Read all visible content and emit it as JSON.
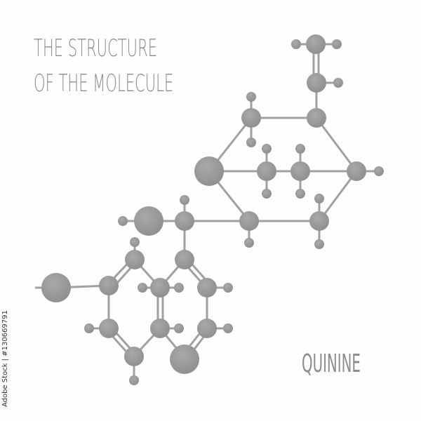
{
  "title": {
    "line1": "The structure",
    "line2": "of the molecule"
  },
  "caption": "QUININE",
  "credit": "Adobe Stock | #130669791",
  "colors": {
    "atom": "#999999",
    "bond": "#a0a0a0",
    "text": "#8c8c8c",
    "background": "#fefefe"
  }
}
